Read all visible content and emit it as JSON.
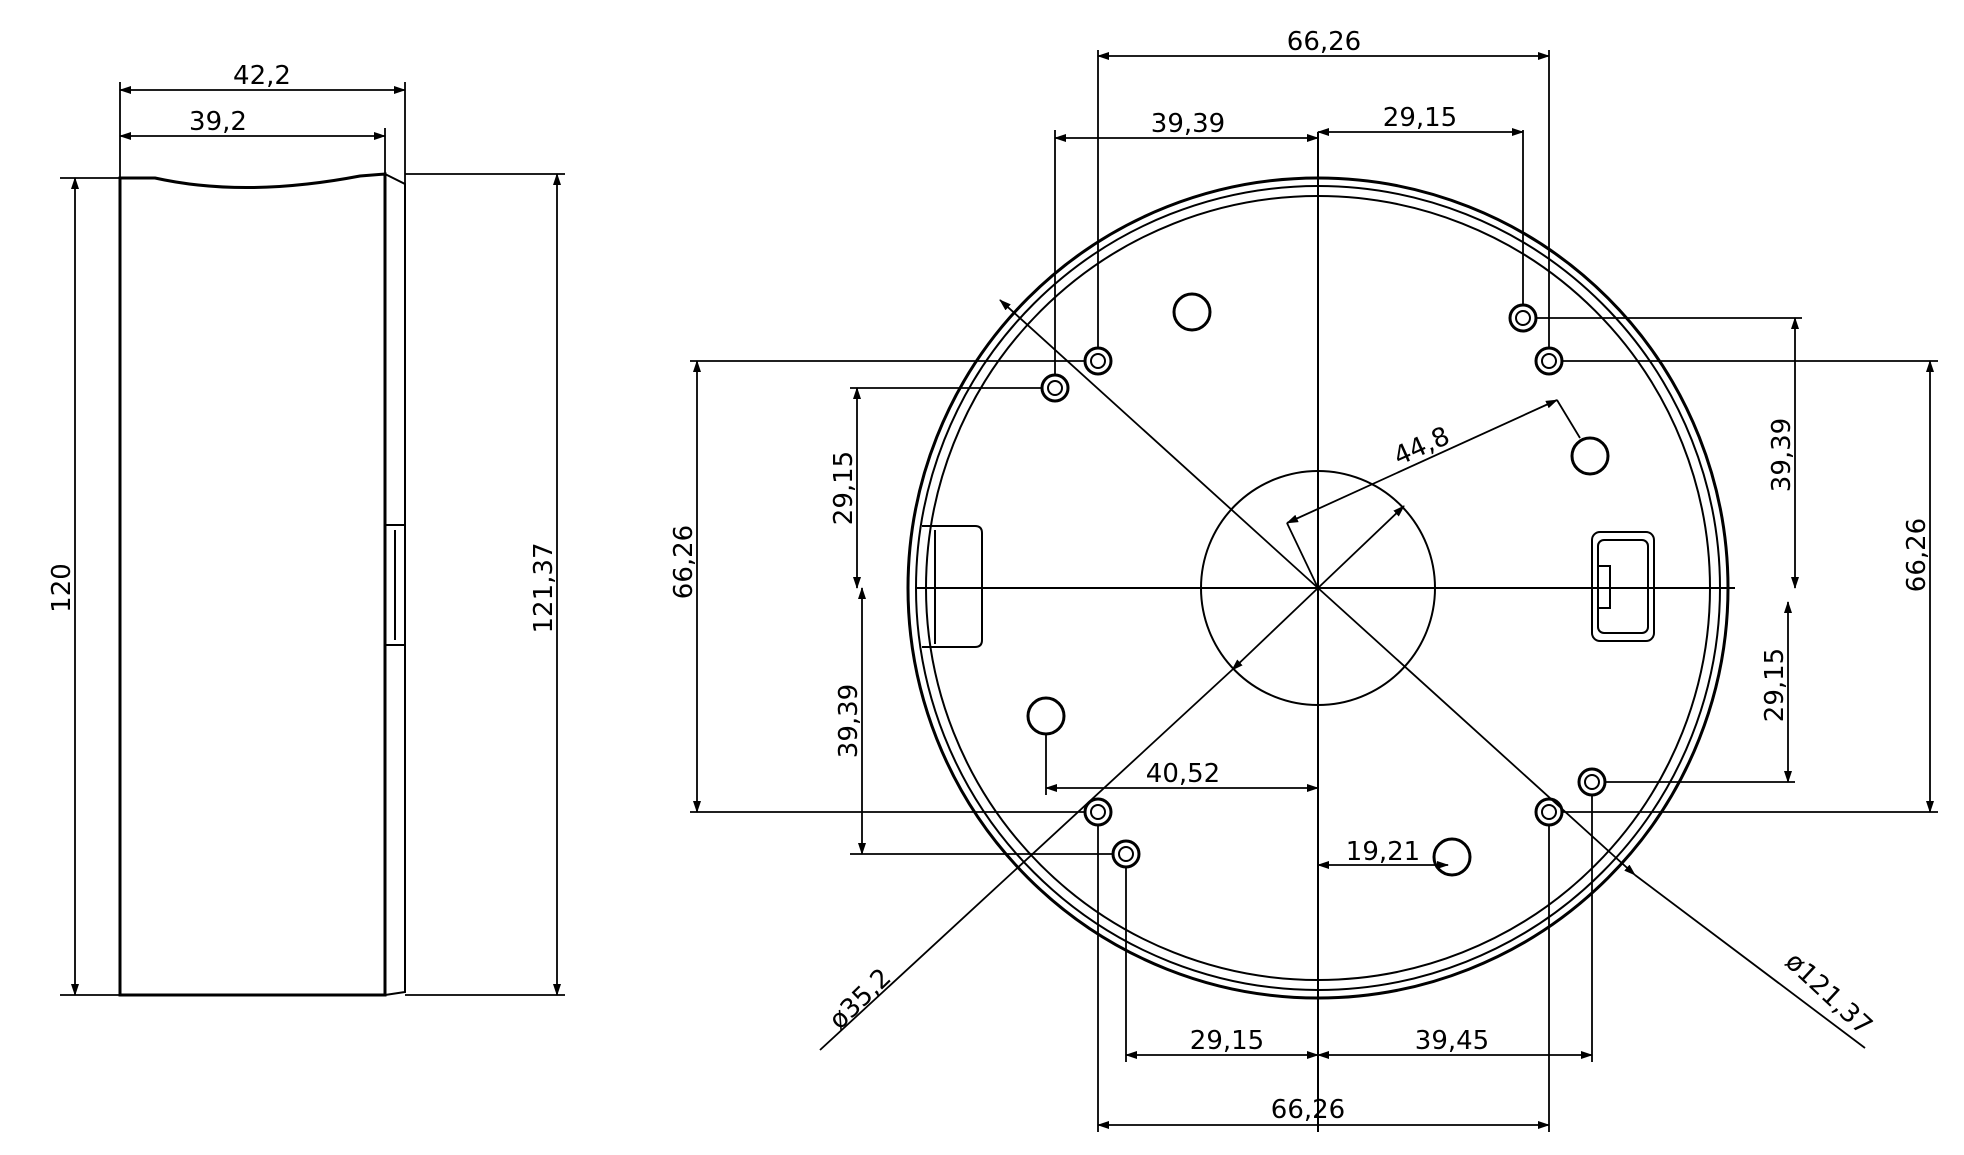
{
  "side_view": {
    "overall_width": "42,2",
    "body_width": "39,2",
    "height": "120",
    "overall_height": "121,37"
  },
  "top_view": {
    "top_overall": "66,26",
    "top_left": "39,39",
    "top_right": "29,15",
    "left_overall": "66,26",
    "left_upper": "29,15",
    "left_lower": "39,39",
    "right_overall": "66,26",
    "right_upper": "39,39",
    "right_lower": "29,15",
    "bottom_overall": "66,26",
    "bottom_left": "29,15",
    "bottom_right": "39,45",
    "radius": "44,8",
    "hole_offset_x": "40,52",
    "hole_offset_y": "19,21",
    "center_diameter": "ø35,2",
    "outer_diameter": "ø121,37"
  }
}
